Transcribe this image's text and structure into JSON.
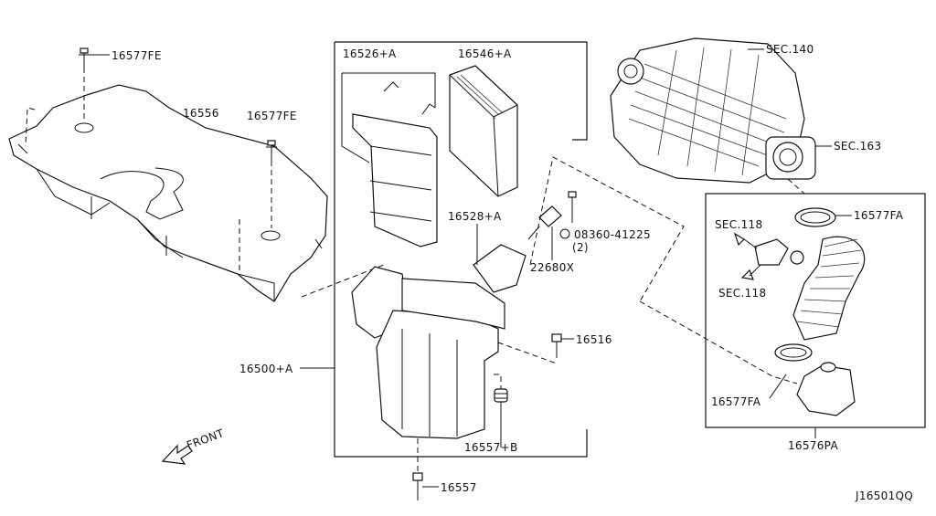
{
  "diagram_code": "J16501QQ",
  "labels": {
    "bolt_top_left": "16577FE",
    "bolt_mid_left": "16577FE",
    "cover": "16556",
    "bracket": "16526+A",
    "filter": "16546+A",
    "housing_top": "16528+A",
    "screw": "08360-41225",
    "screw_qty": "(2)",
    "sensor": "22680X",
    "bolt_side": "16516",
    "air_cleaner_assy": "16500+A",
    "grommet": "16557+B",
    "bolt_bottom": "16557",
    "sec_manifold": "SEC.140",
    "sec_throttle": "SEC.163",
    "clamp_top": "16577FA",
    "sec_a": "SEC.118",
    "sec_b": "SEC.118",
    "clamp_bottom": "16577FA",
    "duct_assy": "16576PA",
    "front": "FRONT"
  }
}
